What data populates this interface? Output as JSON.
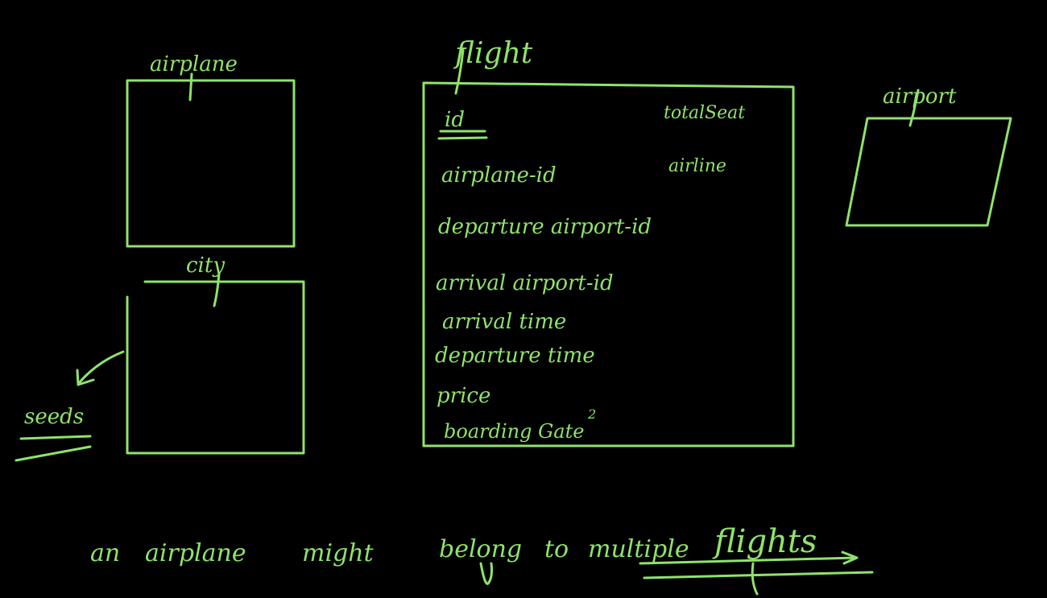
{
  "ink_color": "#8fe36a",
  "background_color": "#000000",
  "entities": {
    "airplane": {
      "title": "airplane"
    },
    "city": {
      "title": "city"
    },
    "flight": {
      "title": "flight",
      "fields_left": [
        "id",
        "airplane-id",
        "departure airport-id",
        "arrival airport-id",
        "arrival time",
        "departure time",
        "price",
        "boarding Gate"
      ],
      "fields_right": [
        "totalSeat",
        "airline"
      ],
      "superscript": "2"
    },
    "airport": {
      "title": "airport"
    }
  },
  "notes": {
    "seeds": "seeds",
    "statement": [
      "an",
      "airplane",
      "might",
      "belong",
      "to",
      "multiple",
      "flights"
    ]
  }
}
